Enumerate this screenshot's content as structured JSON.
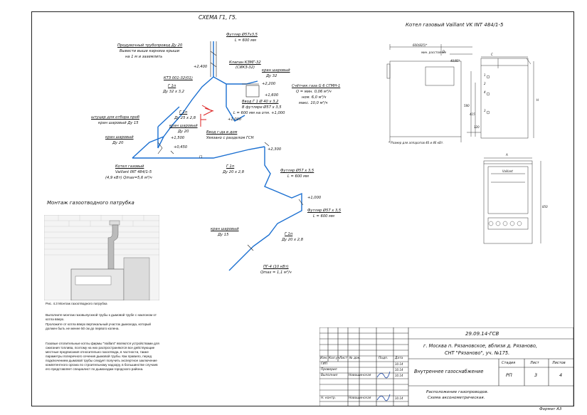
{
  "format_label": "Формат А3",
  "scheme": {
    "title": "СХЕМА Г1, Г5.",
    "labels": {
      "case1": "Футляр  Ø57х3,5",
      "case1_len": "L = 600 мм",
      "flue1": "Продувочный трубопровод  Ду 20",
      "flue2": "Вывести выше карниза крыши",
      "flue3": "на  1 м и заземлить",
      "mark_2400": "+2,400",
      "valve_ksmg1": "Клапан КЗМГ-32",
      "valve_ksmg2": "(СИКЗ-32)",
      "ball_valve_a1": "кран шаровый",
      "ball_valve_a2": "Ду  32",
      "kt3_1": "КТЗ  001-32(01)",
      "mark_2200": "+2,200",
      "g1p_a": "Г 1п",
      "g1p_a_d": "Ду 32 х 3,2",
      "meter1": "Счётчик газа  G 6  СГМН-1",
      "meter2": "Q = мин. 0,06 м³/ч",
      "meter3": "ном.  6,0 м³/ч",
      "meter4": "макс. 10,0 м³/ч",
      "mark_1600": "+1,600",
      "g1p_b": "Г 1п",
      "g1p_b_d": "Ду 25 х 2,8",
      "inlet1": "Ввод  Г 1  Ø 40 х 3,2",
      "inlet2": "В футляре  Ø57 х 3,5",
      "inlet3": "L = 600 мм на отм. +1,000",
      "nozzle1": "штуцер для отбора проб",
      "nozzle2": "кран шаровый  Ду 15",
      "ball_valve_b1": "кран шаровый",
      "ball_valve_b2": "Ду  20",
      "mark_1500": "+1,500",
      "mark_1000a": "+1,000",
      "inlet_house1": "Ввод г-да в дом",
      "inlet_house2": "Увязано с разделом ГСН",
      "ball_valve_c1": "кран шаровый",
      "ball_valve_c2": "Ду  20",
      "mark_0450": "+0,450",
      "pipe_g1": "Г1",
      "mark_2300": "+2,300",
      "boiler1": "Котел газовый",
      "boiler2": "Vaillant  INT 484/1-5",
      "boiler3": "(4,9  кВт) Qmax=5,6 м³/ч",
      "g1p_c": "Г 1п",
      "g1p_c_d": "Ду 20 х 2,8",
      "case2": "Футляр  Ø57 х 3,5",
      "case2_len": "L = 600  мм",
      "mark_1000b": "+1,000",
      "case3": "Футляр  Ø57 х 3,5",
      "case3_len": "L = 600  мм",
      "ball_valve_d1": "кран шаровый",
      "ball_valve_d2": "Ду 15",
      "g1p_d": "Г 1п",
      "g1p_d_d": "Ду 20 х 2,8",
      "pg1": "ПГ-4  (10 кВт)",
      "pg2": "Qmax = 1,1 м³/ч"
    }
  },
  "boiler_spec": {
    "title": "Котел газовый   Vaillant  VK  INT  484/1-5",
    "dim_top1": "600(825)*",
    "dim_top2": "мин. расстояние",
    "dim_top3": "40/85*",
    "dim_c": "C",
    "dim_d": "D",
    "dim_580": "580",
    "dim_415": "415",
    "dim_120": "120",
    "dim_h": "H",
    "dim_a": "A",
    "dim_850": "850",
    "n1": "1",
    "n2": "2",
    "n3": "3",
    "n4": "4",
    "footnote": "* Размер  для аппаратов 40 и 46 кВт.",
    "brand": "Vaillant"
  },
  "montage": {
    "title": "Монтаж газоотводного патрубка",
    "caption": "Рис. 4.3 Монтаж газоотводного патрубка",
    "bullet1": "Выполните монтаж газовыпускной трубы к дымовой трубе с наклоном от котла вверх.",
    "bullet2": "Проложите от котла вверх вертикальный участок дымохода, который должен быть не менее 50 см до первого колена.",
    "para": "Газовые отопительные котлы фирмы \"Vaillant\" являются устройствами для сжигания топлива, поэтому на них распространяются все действующие местные предписания относительно газоотвода, в частности, также параметры поперечного сечения дымовой трубы. Как правило, перед подключением дымовой трубы следует получить экспертное заключение компетентного органа по строительному надзору, в большинстве случаев его представляет специалист по дымоходам городского района."
  },
  "stamp": {
    "code": "29.09.14-ГСВ",
    "address1": "г. Москва  п. Рязановское,  вблизи д. Рязаново,",
    "address2": "СНТ  \"Рязаново\",  уч. №175.",
    "col_izm": "Изм.",
    "col_koluch": "Кол.уч",
    "col_list": "Лист",
    "col_ndok": "№ док.",
    "col_podp": "Подп.",
    "col_data": "Дата",
    "r_gip": "ГИП",
    "r_prov": "Проверил",
    "r_vyp": "Выполнил",
    "r_vyp_name": "Новошинская",
    "r_nk": "Н. контр.",
    "r_nk_name": "Новошинская",
    "date": "10.14",
    "section": "Внутреннее газоснабжение",
    "h_stage": "Стадия",
    "h_sheet": "Лист",
    "h_sheets": "Листов",
    "v_stage": "РП",
    "v_sheet": "3",
    "v_sheets": "4",
    "content1": "Расположение газопроводов.",
    "content2": "Схема аксонометрическая."
  }
}
